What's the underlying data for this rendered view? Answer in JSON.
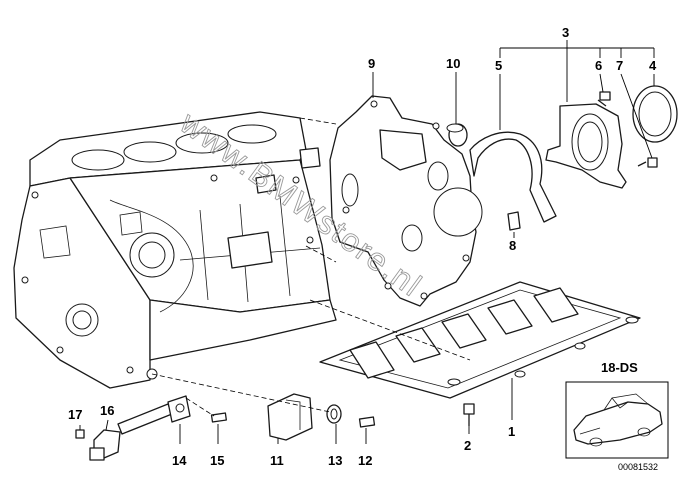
{
  "callouts": [
    {
      "id": "1",
      "label": "1"
    },
    {
      "id": "2",
      "label": "2"
    },
    {
      "id": "3",
      "label": "3"
    },
    {
      "id": "4",
      "label": "4"
    },
    {
      "id": "5",
      "label": "5"
    },
    {
      "id": "6",
      "label": "6"
    },
    {
      "id": "7",
      "label": "7"
    },
    {
      "id": "8",
      "label": "8"
    },
    {
      "id": "9",
      "label": "9"
    },
    {
      "id": "10",
      "label": "10"
    },
    {
      "id": "11",
      "label": "11"
    },
    {
      "id": "12",
      "label": "12"
    },
    {
      "id": "13",
      "label": "13"
    },
    {
      "id": "14",
      "label": "14"
    },
    {
      "id": "15",
      "label": "15"
    },
    {
      "id": "16",
      "label": "16"
    },
    {
      "id": "17",
      "label": "17"
    }
  ],
  "vehicle_code": "18-DS",
  "drawing_number": "00081532",
  "watermark": "www.BMWstore.nl"
}
